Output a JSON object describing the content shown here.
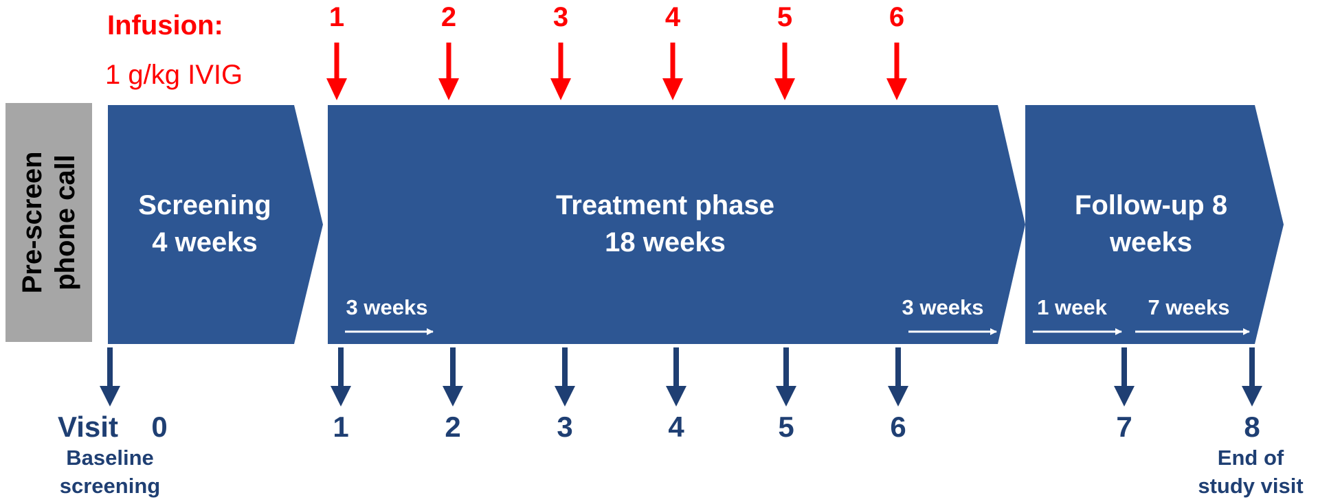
{
  "colors": {
    "red": "#ff0000",
    "blue": "#2d5693",
    "blue_dark": "#1f3f73",
    "gray": "#a6a6a6",
    "white": "#ffffff"
  },
  "infusion": {
    "title": "Infusion:",
    "dose": "1 g/kg IVIG",
    "numbers": [
      "1",
      "2",
      "3",
      "4",
      "5",
      "6"
    ]
  },
  "prescreen": {
    "label_line1": "Pre-screen",
    "label_line2": "phone call"
  },
  "phases": {
    "screening": {
      "line1": "Screening",
      "line2": "4 weeks"
    },
    "treatment": {
      "line1": "Treatment phase",
      "line2": "18 weeks"
    },
    "followup": {
      "line1": "Follow-up 8",
      "line2": "weeks"
    }
  },
  "intervals": {
    "treatment_start": "3 weeks",
    "treatment_end": "3 weeks",
    "followup_first": "1 week",
    "followup_second": "7 weeks"
  },
  "visits": {
    "label": "Visit",
    "numbers": [
      "0",
      "1",
      "2",
      "3",
      "4",
      "5",
      "6",
      "7",
      "8"
    ],
    "baseline_line1": "Baseline",
    "baseline_line2": "screening",
    "end_line1": "End of",
    "end_line2": "study visit"
  }
}
